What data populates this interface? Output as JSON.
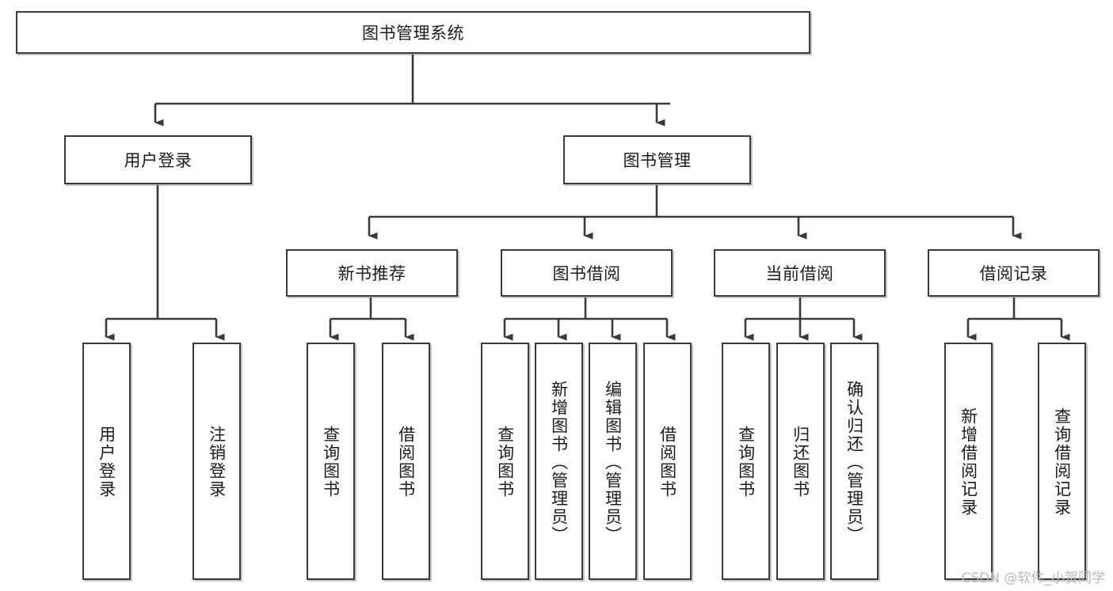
{
  "diagram": {
    "title_node": {
      "label": "图书管理系统"
    },
    "level2": [
      {
        "id": "user-login",
        "label": "用户登录"
      },
      {
        "id": "book-management",
        "label": "图书管理"
      }
    ],
    "level3": [
      {
        "id": "new-book-recommend",
        "label": "新书推荐"
      },
      {
        "id": "book-borrow",
        "label": "图书借阅"
      },
      {
        "id": "current-borrow",
        "label": "当前借阅"
      },
      {
        "id": "borrow-record",
        "label": "借阅记录"
      }
    ],
    "leaves": {
      "user_login": [
        {
          "id": "leaf-user-login",
          "label": "用户登录"
        },
        {
          "id": "leaf-logout-login",
          "label": "注销登录"
        }
      ],
      "new_book_recommend": [
        {
          "id": "leaf-query-book-1",
          "label": "查询图书"
        },
        {
          "id": "leaf-borrow-book-1",
          "label": "借阅图书"
        }
      ],
      "book_borrow": [
        {
          "id": "leaf-query-book-2",
          "label": "查询图书"
        },
        {
          "id": "leaf-add-book",
          "label": "新增图书（管理员）"
        },
        {
          "id": "leaf-edit-book",
          "label": "编辑图书（管理员）"
        },
        {
          "id": "leaf-borrow-book-2",
          "label": "借阅图书"
        }
      ],
      "current_borrow": [
        {
          "id": "leaf-query-book-3",
          "label": "查询图书"
        },
        {
          "id": "leaf-return-book",
          "label": "归还图书"
        },
        {
          "id": "leaf-confirm-return",
          "label": "确认归还（管理员）"
        }
      ],
      "borrow_record": [
        {
          "id": "leaf-add-record",
          "label": "新增借阅记录"
        },
        {
          "id": "leaf-query-record",
          "label": "查询借阅记录"
        }
      ]
    }
  },
  "watermark": {
    "text": "CSDN @软件_小贺同学"
  },
  "colors": {
    "stroke": "#3a3a3a",
    "background": "#ffffff",
    "text": "#1b1b1b",
    "watermark": "#b9b9b9"
  }
}
